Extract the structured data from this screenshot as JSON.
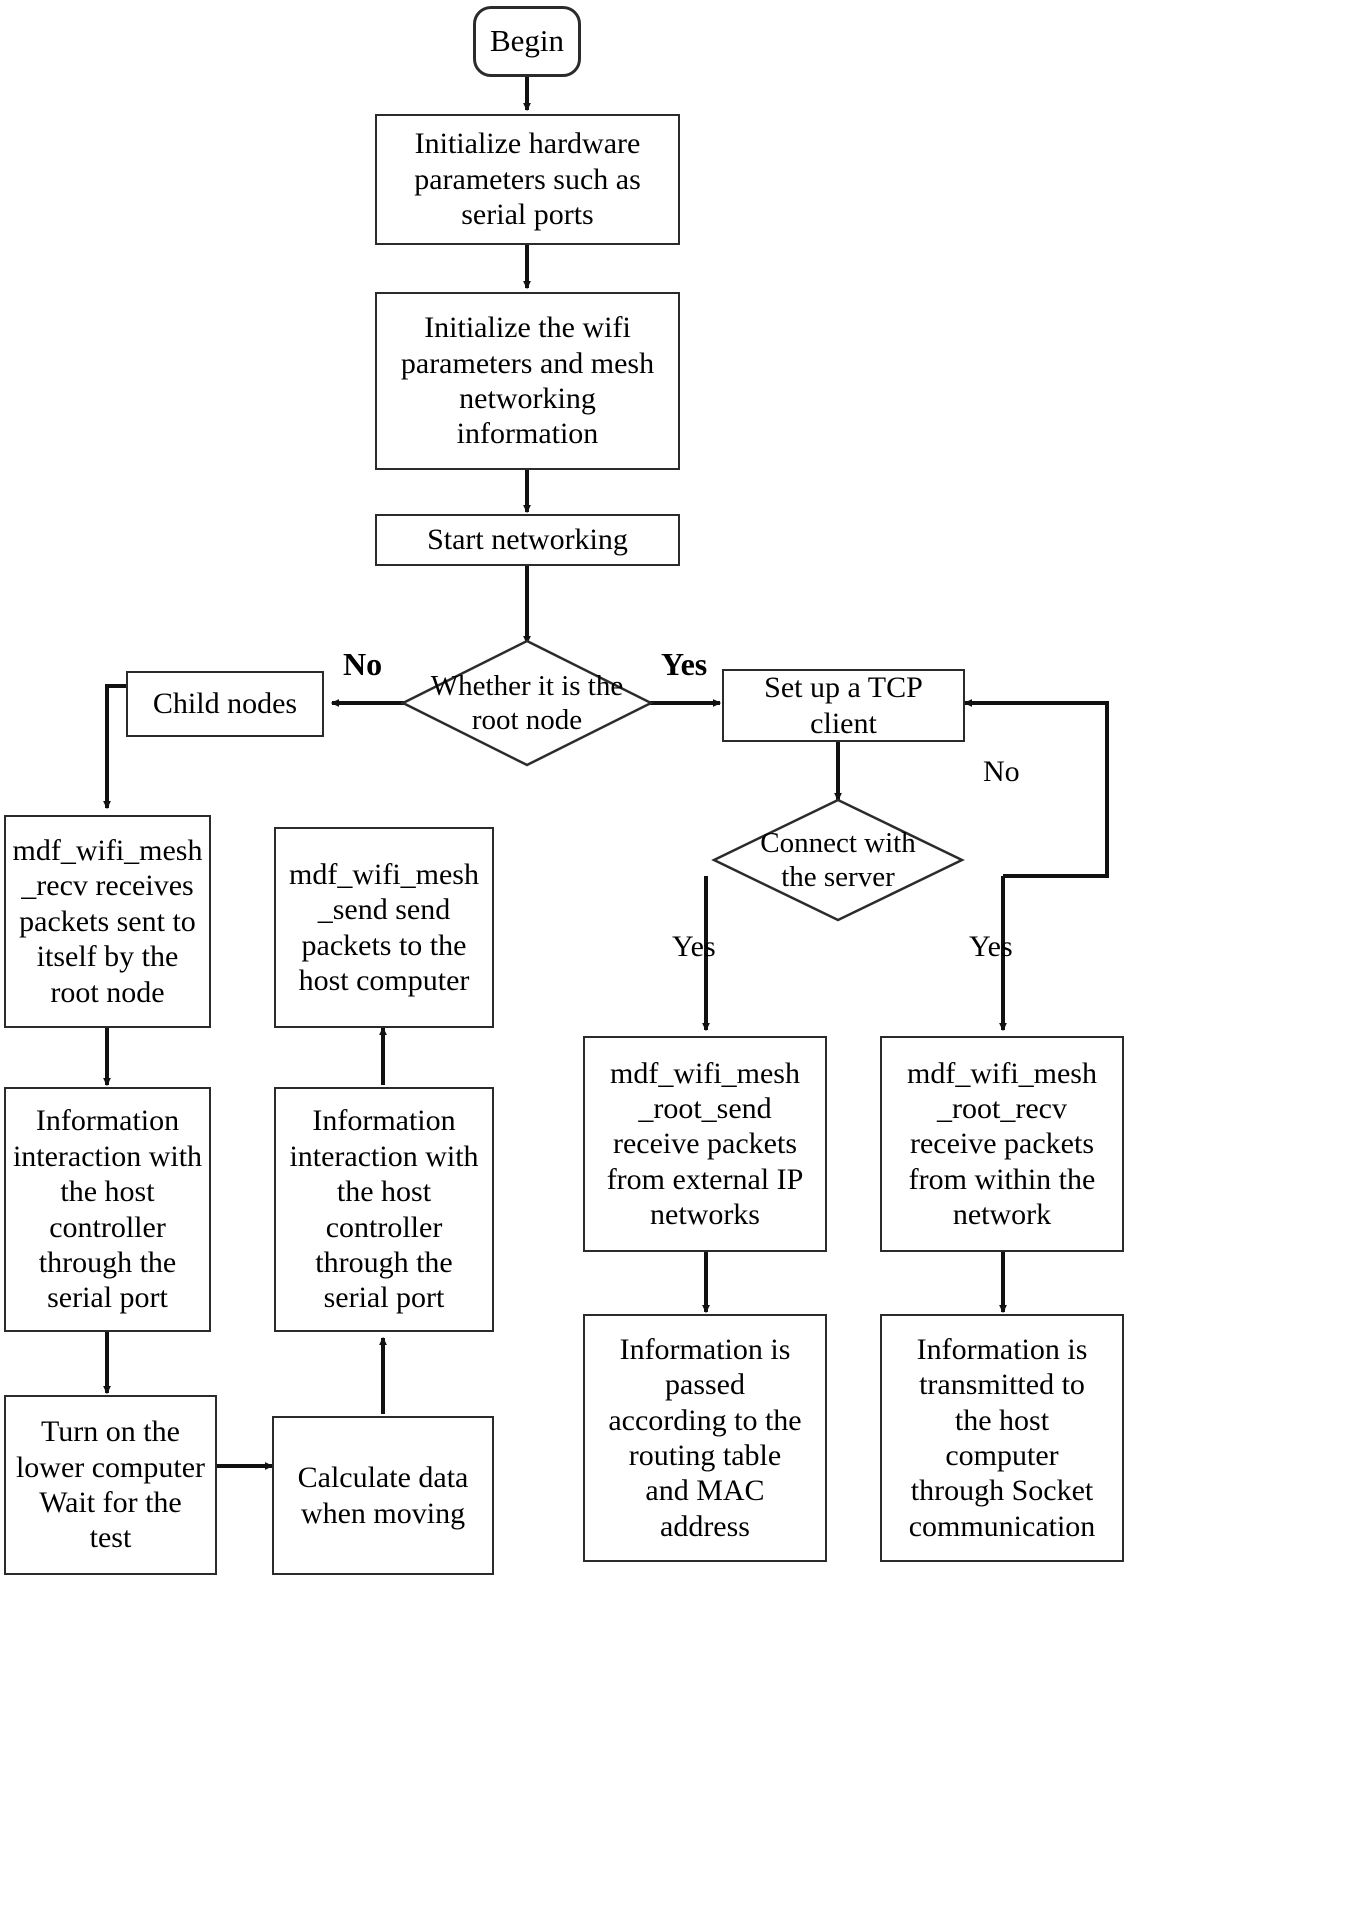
{
  "diagram": {
    "title": "ESP WiFi mesh node firmware flowchart",
    "type": "flowchart",
    "background": "#ffffff",
    "line_color": "#2b2b2b",
    "text_color": "#000000"
  },
  "nodes": {
    "begin": {
      "label": "Begin",
      "shape": "terminal"
    },
    "init_hw": {
      "label": "Initialize hardware\nparameters such as\nserial ports",
      "shape": "process"
    },
    "init_wifi": {
      "label": "Initialize the wifi\nparameters and mesh\nnetworking\ninformation",
      "shape": "process"
    },
    "start_net": {
      "label": "Start networking",
      "shape": "process"
    },
    "is_root": {
      "label": "Whether it is the\nroot node",
      "shape": "decision"
    },
    "child_nodes": {
      "label": "Child nodes",
      "shape": "process"
    },
    "tcp_client": {
      "label": "Set up a TCP\nclient",
      "shape": "process"
    },
    "connect_server": {
      "label": "Connect with\nthe server",
      "shape": "decision"
    },
    "mesh_recv": {
      "label": "mdf_wifi_mesh\n_recv receives\npackets sent to\nitself by the\nroot node",
      "shape": "process"
    },
    "mesh_send": {
      "label": "mdf_wifi_mesh\n_send send\npackets to the\nhost computer",
      "shape": "process"
    },
    "info_serial_left": {
      "label": "Information\ninteraction with\nthe host\ncontroller\nthrough the\nserial port",
      "shape": "process"
    },
    "info_serial_right": {
      "label": "Information\ninteraction with\nthe host\ncontroller\nthrough the\nserial port",
      "shape": "process"
    },
    "turn_on_lower": {
      "label": "Turn on the\nlower computer\nWait for the\ntest",
      "shape": "process"
    },
    "calc_data": {
      "label": "Calculate data\nwhen moving",
      "shape": "process"
    },
    "root_send": {
      "label": "mdf_wifi_mesh\n_root_send\nreceive packets\nfrom external IP\nnetworks",
      "shape": "process"
    },
    "root_recv": {
      "label": "mdf_wifi_mesh\n_root_recv\nreceive packets\nfrom within the\nnetwork",
      "shape": "process"
    },
    "info_routing": {
      "label": "Information is\npassed\naccording to the\nrouting table\nand MAC\naddress",
      "shape": "process"
    },
    "info_socket": {
      "label": "Information is\ntransmitted to\nthe host\ncomputer\nthrough Socket\ncommunication",
      "shape": "process"
    }
  },
  "edge_labels": {
    "root_no": "No",
    "root_yes": "Yes",
    "connect_no": "No",
    "connect_yes_left": "Yes",
    "connect_yes_right": "Yes"
  }
}
